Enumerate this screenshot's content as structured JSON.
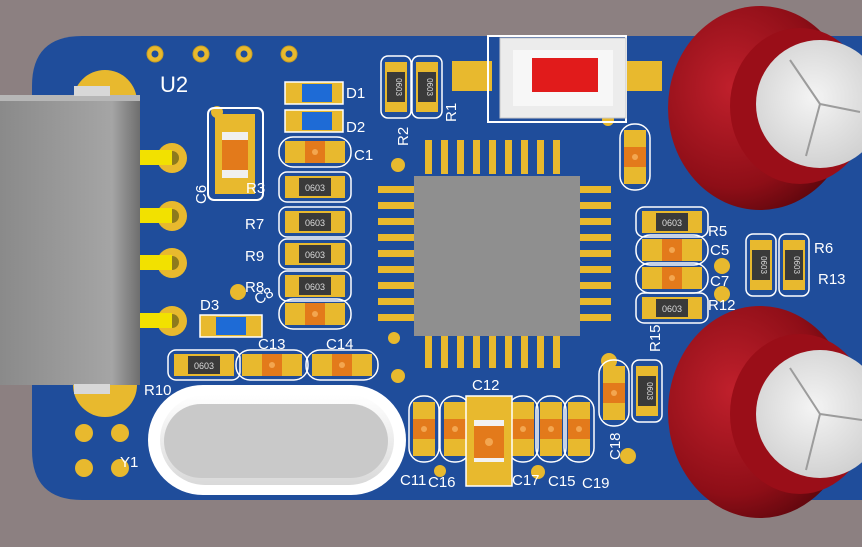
{
  "board": {
    "colors": {
      "background": "#8c8081",
      "pcb": "#1f4d9b",
      "pad": "#e8b92e",
      "silk": "#ffffff",
      "chip": "#8f8f8f",
      "capacitor": "#a3101a",
      "led": "#1e6bd6",
      "button": "#e11b1b",
      "usb": "#9b9b9b"
    },
    "labels": {
      "u2": "U2",
      "d1": "D1",
      "d2": "D2",
      "d3": "D3",
      "c1": "C1",
      "c5": "C5",
      "c6": "C6",
      "c7": "C7",
      "c8": "C8",
      "c11": "C11",
      "c12": "C12",
      "c13": "C13",
      "c14": "C14",
      "c15": "C15",
      "c16": "C16",
      "c17": "C17",
      "c18": "C18",
      "c19": "C19",
      "r1": "R1",
      "r2": "R2",
      "r3": "R3",
      "r5": "R5",
      "r6": "R6",
      "r7": "R7",
      "r8": "R8",
      "r9": "R9",
      "r10": "R10",
      "r12": "R12",
      "r13": "R13",
      "r15": "R15",
      "y1": "Y1"
    },
    "resistor_marking": "0603"
  }
}
